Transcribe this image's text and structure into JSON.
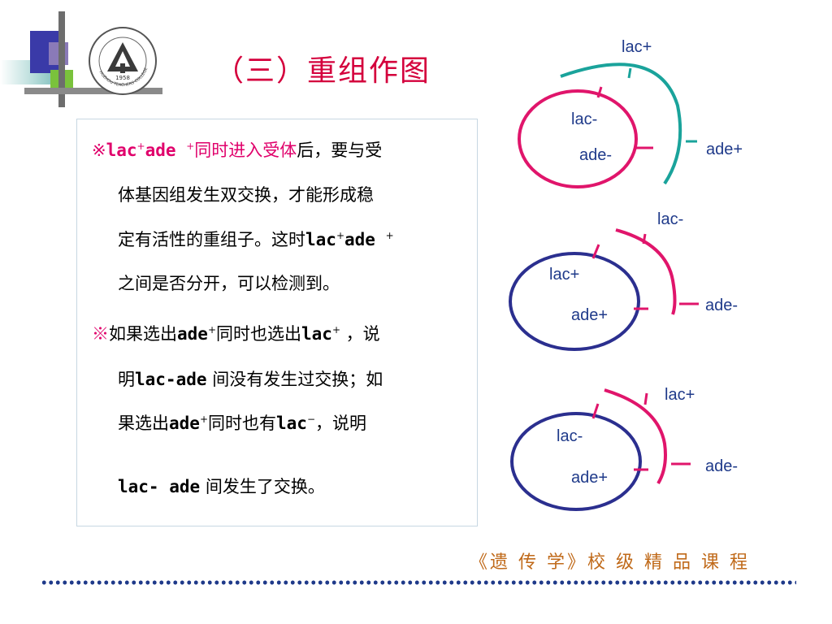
{
  "title": "（三）重组作图",
  "logo": {
    "year": "1958",
    "text": "HUZHOU TEACHERS COLLEGE"
  },
  "text": {
    "p1": {
      "line1_mark": "※",
      "line1_hl_a": "lac",
      "line1_hl_sup1": "+",
      "line1_hl_b": "ade ",
      "line1_hl_sup2": "+",
      "line1_hl_c": "同时进入受体",
      "line1_rest": "后，要与受",
      "line2": "体基因组发生双交换，才能形成稳",
      "line3_a": "定有活性的重组子。这时",
      "line3_b": "lac",
      "line3_sup1": "+",
      "line3_c": "ade ",
      "line3_sup2": "+",
      "line4": "之间是否分开，可以检测到。"
    },
    "p2": {
      "line1_mark": "※",
      "line1_a": "如果选出",
      "line1_b": "ade",
      "line1_sup1": "+",
      "line1_c": "同时也选出",
      "line1_d": "lac",
      "line1_sup2": "+",
      "line1_e": " ，说",
      "line2_a": "明",
      "line2_b": "lac-ade",
      "line2_c": " 间没有发生过交换；如",
      "line3_a": "果选出",
      "line3_b": "ade",
      "line3_sup1": "+",
      "line3_c": "同时也有",
      "line3_d": "lac",
      "line3_sup2": "−",
      "line3_e": "，说明",
      "line4_a": "lac- ade",
      "line4_b": " 间发生了交换。"
    }
  },
  "diagram": {
    "colors": {
      "teal": "#1aa39b",
      "magenta": "#e0156b",
      "navy": "#2b2f8f",
      "label": "#1f3a8a"
    },
    "panel1": {
      "outer_top": "lac+",
      "outer_right": "ade+",
      "inner_top": "lac-",
      "inner_bottom": "ade-"
    },
    "panel2": {
      "outer_top": "lac-",
      "outer_right": "ade-",
      "inner_top": "lac+",
      "inner_bottom": "ade+"
    },
    "panel3": {
      "outer_top": "lac+",
      "outer_right": "ade-",
      "inner_top": "lac-",
      "inner_bottom": "ade+"
    }
  },
  "footer": "《遗 传 学》校 级 精 品 课 程"
}
